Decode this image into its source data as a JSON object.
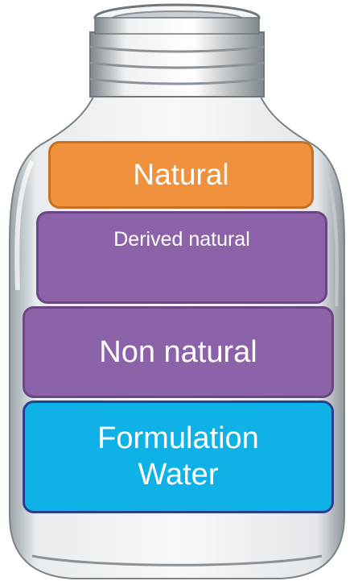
{
  "diagram": {
    "layers": [
      {
        "id": "natural",
        "label": "Natural",
        "fill": "#f0913e"
      },
      {
        "id": "derived",
        "label": "Derived natural",
        "fill": "#8c62a8"
      },
      {
        "id": "nonnatural",
        "label": "Non natural",
        "fill": "#8c62a8"
      },
      {
        "id": "water",
        "label_line1": "Formulation",
        "label_line2": "Water",
        "fill": "#0fb2e6"
      }
    ]
  }
}
